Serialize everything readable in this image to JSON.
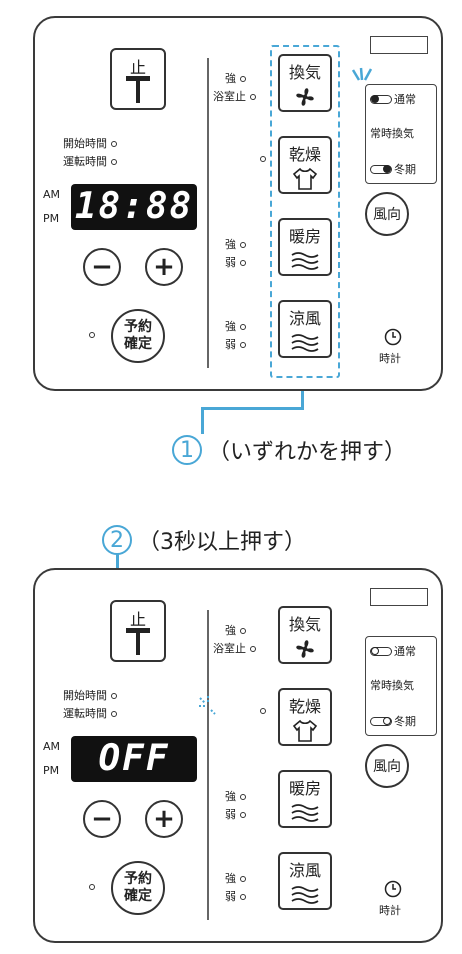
{
  "colors": {
    "accent": "#49a7d6",
    "panel_border": "#3a3a3a",
    "display_bg": "#111111"
  },
  "panel_top": {
    "stop_label": "止",
    "start_time": "開始時間",
    "run_time": "運転時間",
    "am": "AM",
    "pm": "PM",
    "display": "18:88",
    "minus": "−",
    "plus": "+",
    "reserve_1": "予約",
    "reserve_2": "確定",
    "vent_strong": "強",
    "vent_bath": "浴室止",
    "vent_label": "換気",
    "dry_label": "乾燥",
    "heat_strong": "強",
    "heat_weak": "弱",
    "heat_label": "暖房",
    "cool_strong": "強",
    "cool_weak": "弱",
    "cool_label": "涼風",
    "mode_normal": "通常",
    "mode_always": "常時換気",
    "mode_winter": "冬期",
    "wind_dir": "風向",
    "clock": "時計"
  },
  "step1": {
    "num": "1",
    "text": "（いずれかを押す）"
  },
  "step2": {
    "num": "2",
    "text": "（3秒以上押す）"
  },
  "panel_bottom": {
    "stop_label": "止",
    "start_time": "開始時間",
    "run_time": "運転時間",
    "am": "AM",
    "pm": "PM",
    "display": "OFF",
    "minus": "−",
    "plus": "+",
    "reserve_1": "予約",
    "reserve_2": "確定",
    "vent_strong": "強",
    "vent_bath": "浴室止",
    "vent_label": "換気",
    "dry_label": "乾燥",
    "heat_strong": "強",
    "heat_weak": "弱",
    "heat_label": "暖房",
    "cool_strong": "強",
    "cool_weak": "弱",
    "cool_label": "涼風",
    "mode_normal": "通常",
    "mode_always": "常時換気",
    "mode_winter": "冬期",
    "wind_dir": "風向",
    "clock": "時計"
  }
}
